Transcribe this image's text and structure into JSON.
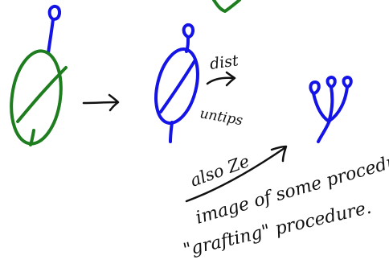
{
  "colors": {
    "green": "#1e7d1e",
    "blue": "#1414e6",
    "ink": "#111111"
  },
  "labels": {
    "dist": "dist",
    "untips": "untips",
    "also_ze": "also Ze",
    "image_of_some_procedure": "image of some procedure,",
    "grafting": "\"grafting\" procedure."
  }
}
